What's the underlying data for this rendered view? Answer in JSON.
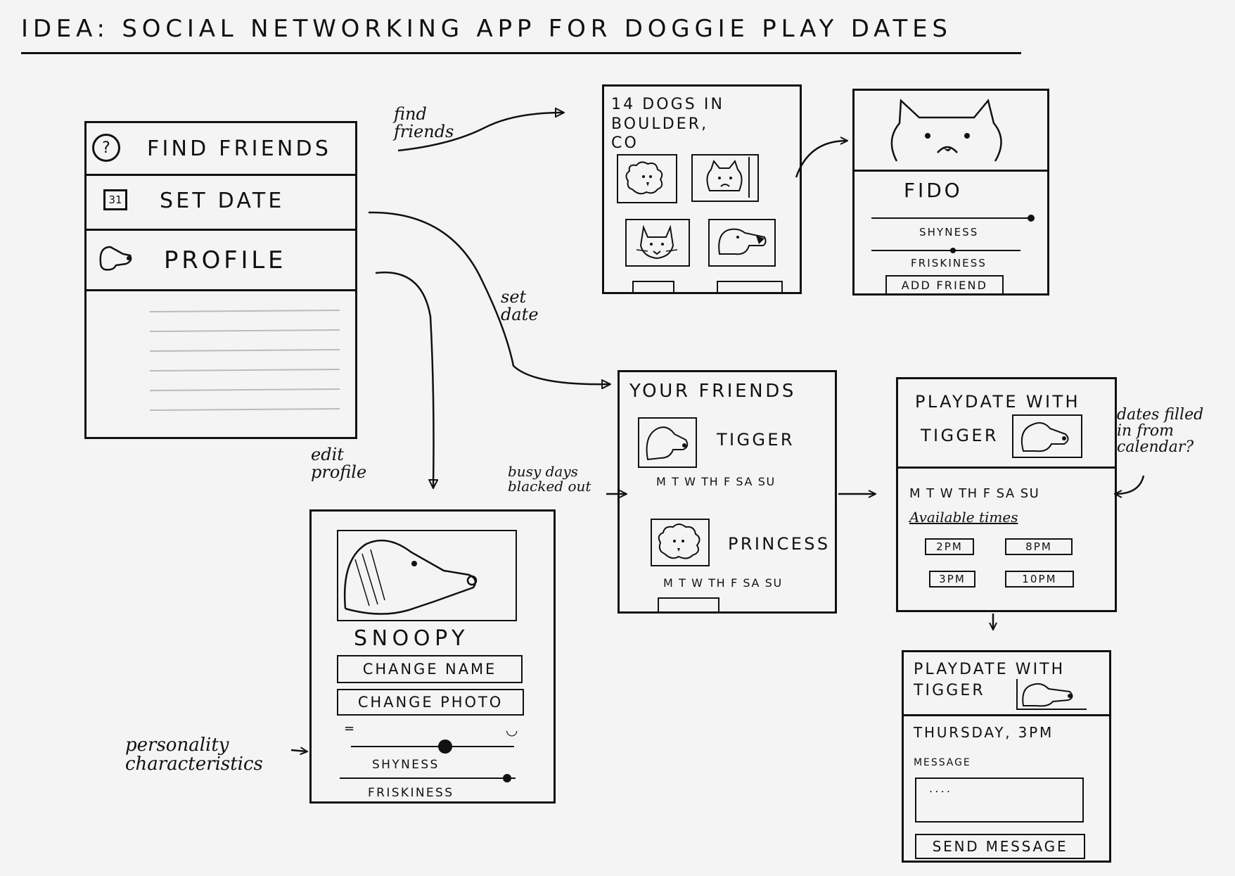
{
  "title": "IDEA: SOCIAL NETWORKING APP FOR DOGGIE PLAY DATES",
  "menu": {
    "items": [
      {
        "label": "FIND FRIENDS",
        "icon": "question-circle-icon"
      },
      {
        "label": "SET DATE",
        "icon": "calendar-icon",
        "icon_text": "31"
      },
      {
        "label": "PROFILE",
        "icon": "dog-head-icon"
      }
    ]
  },
  "annotations": {
    "find_friends": "find friends",
    "set_date": "set date",
    "edit_profile": "edit profile",
    "busy_days": "busy days blacked out",
    "dates_filled": "dates filled in from calendar?",
    "personality": "personality characteristics"
  },
  "dog_list": {
    "heading": "14 DOGS IN BOULDER, CO"
  },
  "dog_detail": {
    "name": "FIDO",
    "slider1_label": "SHYNESS",
    "slider2_label": "FRISKINESS",
    "add_friend": "ADD FRIEND"
  },
  "profile": {
    "name": "SNOOPY",
    "change_name": "CHANGE NAME",
    "change_photo": "CHANGE PHOTO",
    "slider1_label": "SHYNESS",
    "slider2_label": "FRISKINESS"
  },
  "friends": {
    "heading": "YOUR FRIENDS",
    "items": [
      {
        "name": "TIGGER",
        "days": "M T W TH F SA SU"
      },
      {
        "name": "PRINCESS",
        "days": "M T W TH F SA SU"
      }
    ]
  },
  "playdate": {
    "heading_line1": "PLAYDATE WITH",
    "heading_line2": "TIGGER",
    "days": "M T W TH F SA SU",
    "available_label": "Available times",
    "times": [
      "2PM",
      "8PM",
      "3PM",
      "10PM"
    ]
  },
  "message": {
    "heading_line1": "PLAYDATE WITH",
    "heading_line2": "TIGGER",
    "datetime": "THURSDAY, 3PM",
    "message_label": "MESSAGE",
    "placeholder": "....",
    "send": "SEND MESSAGE"
  }
}
